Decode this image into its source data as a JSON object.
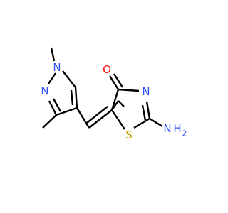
{
  "molecule": {
    "atoms": {
      "n1": "N",
      "n2": "N",
      "n3": "N",
      "o": "O",
      "s": "S",
      "nh2_n": "N",
      "nh2_h": "H",
      "nh2_sub": "2"
    },
    "colors": {
      "bond": "#000000",
      "nitrogen": "#3050F8",
      "oxygen": "#FF0D0D",
      "sulfur": "#C8A000"
    }
  }
}
